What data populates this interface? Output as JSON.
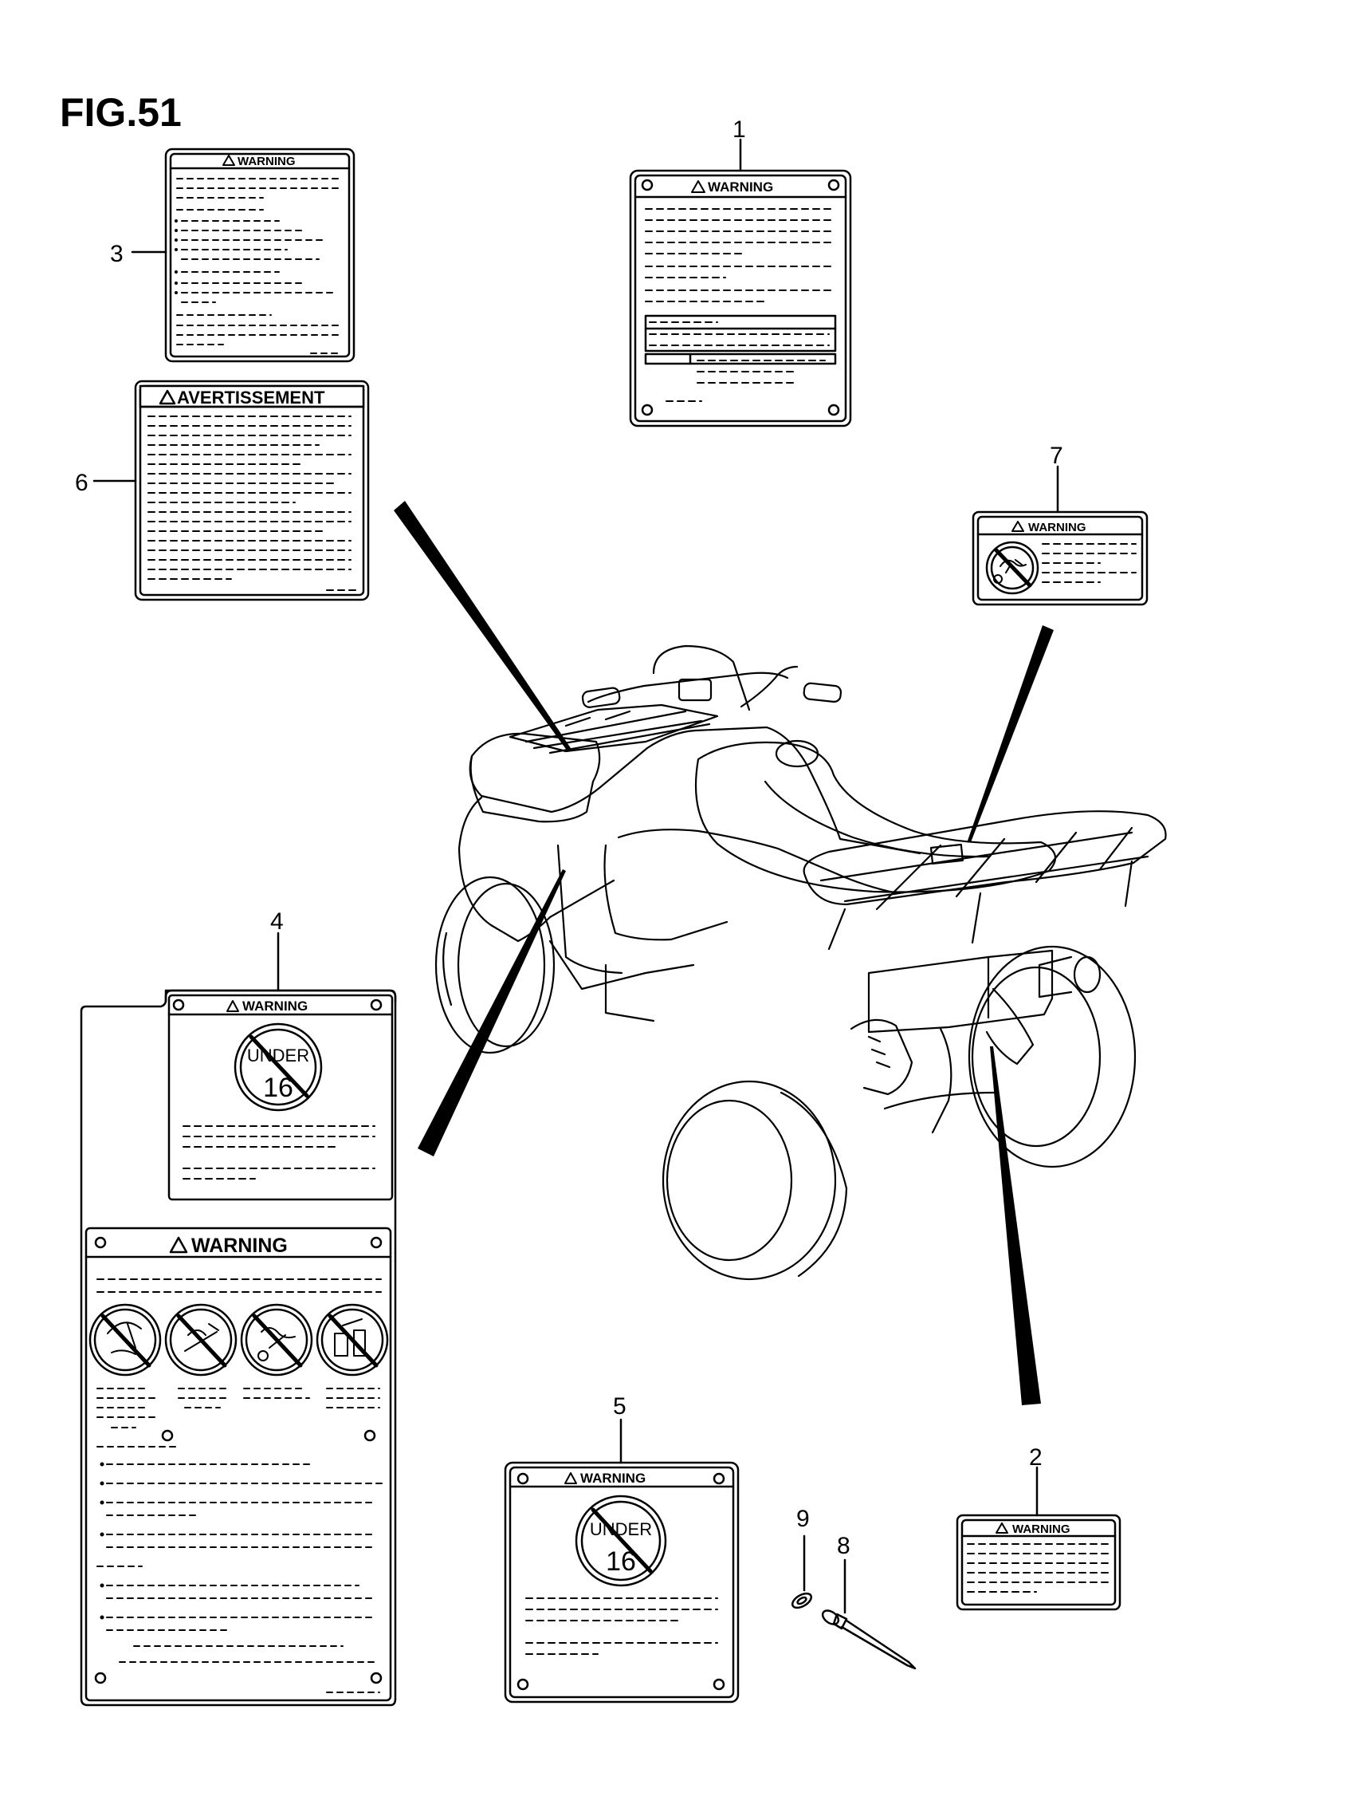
{
  "figure": {
    "title": "FIG.51"
  },
  "callouts": {
    "c1": "1",
    "c2": "2",
    "c3": "3",
    "c4": "4",
    "c5": "5",
    "c6": "6",
    "c7": "7",
    "c8": "8",
    "c9": "9"
  },
  "labels": {
    "warning": "WARNING",
    "avertissement": "AVERTISSEMENT",
    "under": "UNDER",
    "age": "16"
  },
  "icons": {
    "hazard": "warning-triangle-icon",
    "bolt_hole": "mounting-hole-icon",
    "age_limit": "under-16-prohibition-icon",
    "pictogram": "prohibition-pictogram-icon"
  },
  "colors": {
    "line": "#000000",
    "background": "#ffffff"
  }
}
